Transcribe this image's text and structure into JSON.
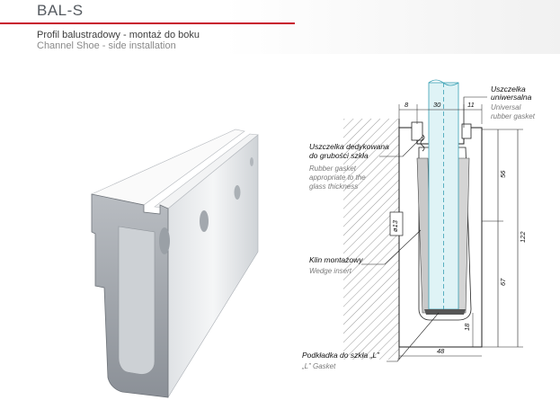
{
  "header": {
    "title": "BAL-S",
    "subtitle_pl": "Profil balustradowy - montaż do boku",
    "subtitle_en": "Channel Shoe - side installation",
    "accent_color": "#c8102e"
  },
  "drawing": {
    "callouts": [
      {
        "pl": "Uszczelka dedykowana",
        "pl2": "do grubości szkła",
        "en": "Rubber gasket",
        "en2": "appropriate to the",
        "en3": "glass thickness"
      },
      {
        "pl": "Uszczelka",
        "pl2": "uniwersalna",
        "en": "Universal",
        "en2": "rubber gasket"
      },
      {
        "pl": "Klin montażowy",
        "en": "Wedge insert"
      },
      {
        "pl": "Podkładka do szkła „L”",
        "en": "„L” Gasket"
      }
    ],
    "dimensions": {
      "d8": "8",
      "d30": "30",
      "d11": "11",
      "d56": "56",
      "d122": "122",
      "d67": "67",
      "d18": "18",
      "d48": "48",
      "d13": "ø13"
    }
  }
}
